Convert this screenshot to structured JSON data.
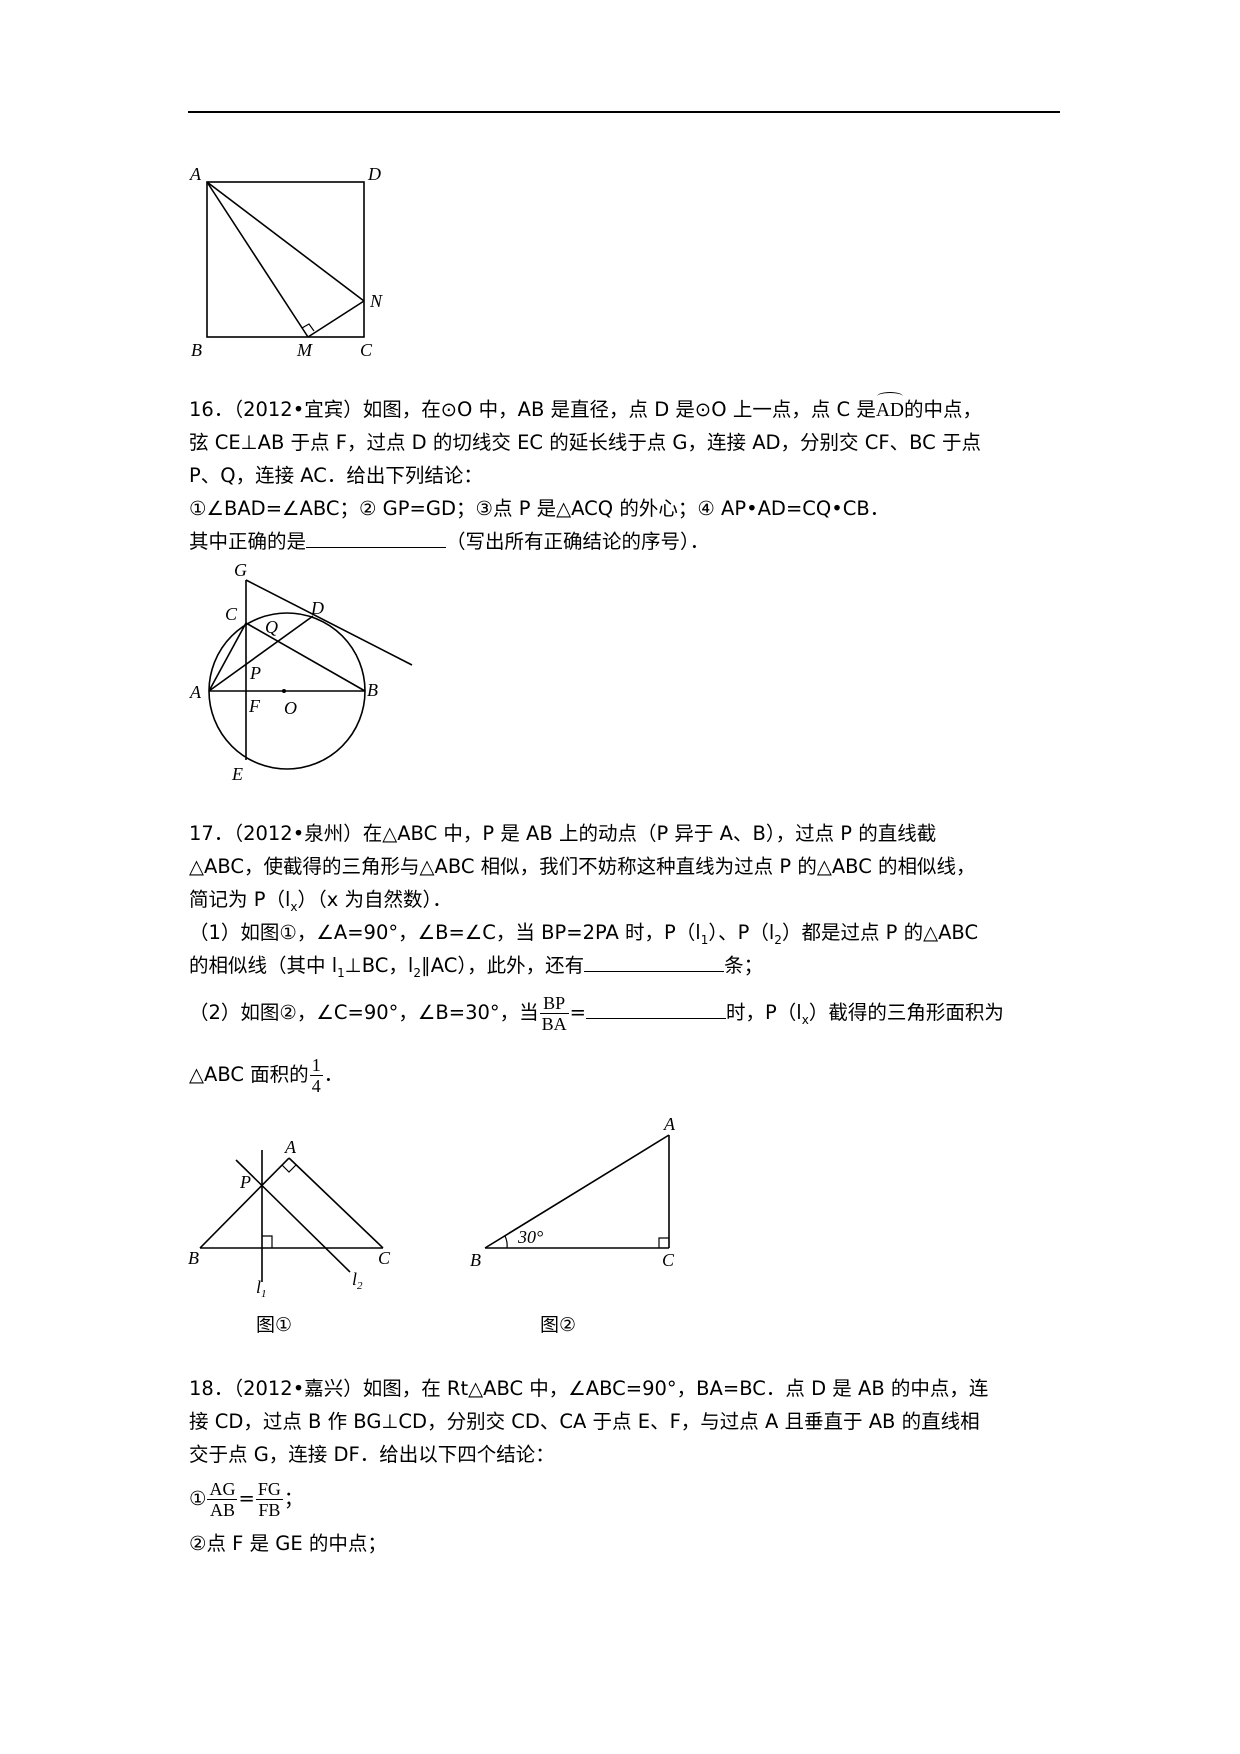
{
  "page": {
    "header_rule": true
  },
  "figure15": {
    "labels": {
      "A": "A",
      "D": "D",
      "N": "N",
      "B": "B",
      "M": "M",
      "C": "C"
    }
  },
  "q16": {
    "number": "16．",
    "source": "（2012•宜宾）",
    "line1_a": "如图，在⊙O 中，AB 是直径，点 D 是⊙O 上一点，点 C 是",
    "arc_label": "AD",
    "line1_b": "的中点，",
    "line2": "弦 CE⊥AB 于点 F，过点 D 的切线交 EC 的延长线于点 G，连接 AD，分别交 CF、BC 于点",
    "line3": "P、Q，连接 AC．给出下列结论：",
    "line4": "①∠BAD=∠ABC；② GP=GD；③点 P 是△ACQ 的外心；④ AP•AD=CQ•CB．",
    "line5_a": "其中正确的是",
    "line5_b": "（写出所有正确结论的序号）．",
    "figure_labels": {
      "G": "G",
      "C": "C",
      "D": "D",
      "Q": "Q",
      "P": "P",
      "A": "A",
      "B": "B",
      "F": "F",
      "O": "O",
      "E": "E"
    }
  },
  "q17": {
    "number": "17．",
    "source": "（2012•泉州）",
    "line1": "在△ABC 中，P 是 AB 上的动点（P 异于 A、B），过点 P 的直线截",
    "line2": "△ABC，使截得的三角形与△ABC 相似，我们不妨称这种直线为过点 P 的△ABC 的相似线，",
    "line3_a": "简记为 P（l",
    "line3_sub": "x",
    "line3_b": "）（x 为自然数）．",
    "line4_a": "（1）如图①，∠A=90°，∠B=∠C，当 BP=2PA 时，P（l",
    "line4_sub1": "1",
    "line4_b": "）、P（l",
    "line4_sub2": "2",
    "line4_c": "）都是过点 P 的△ABC",
    "line5_a": "的相似线（其中 l",
    "line5_sub1": "1",
    "line5_b": "⊥BC，l",
    "line5_sub2": "2",
    "line5_c": "∥AC），此外，还有",
    "line5_d": "条；",
    "line6_a": "（2）如图②，∠C=90°，∠B=30°，当",
    "frac1_num": "BP",
    "frac1_den": "BA",
    "line6_b": "=",
    "line6_c": "时，P（l",
    "line6_sub": "x",
    "line6_d": "）截得的三角形面积为",
    "line7_a": "△ABC 面积的",
    "frac2_num": "1",
    "frac2_den": "4",
    "line7_b": "．",
    "fig1_labels": {
      "A": "A",
      "P": "P",
      "B": "B",
      "C": "C",
      "l1": "l",
      "l1_sub": "1",
      "l2": "l",
      "l2_sub": "2"
    },
    "fig2_labels": {
      "A": "A",
      "B": "B",
      "C": "C",
      "angle": "30°"
    },
    "caption1": "图①",
    "caption2": "图②"
  },
  "q18": {
    "number": "18．",
    "source": "（2012•嘉兴）",
    "line1": "如图，在 Rt△ABC 中，∠ABC=90°，BA=BC．点 D 是 AB 的中点，连",
    "line2": "接 CD，过点 B 作 BG⊥CD，分别交 CD、CA 于点 E、F，与过点 A 且垂直于 AB 的直线相",
    "line3": "交于点 G，连接 DF．给出以下四个结论：",
    "item1_prefix": "①",
    "frac_a_num": "AG",
    "frac_a_den": "AB",
    "item1_eq": "=",
    "frac_b_num": "FG",
    "frac_b_den": "FB",
    "item1_end": "；",
    "item2": "②点 F 是 GE 的中点；"
  }
}
